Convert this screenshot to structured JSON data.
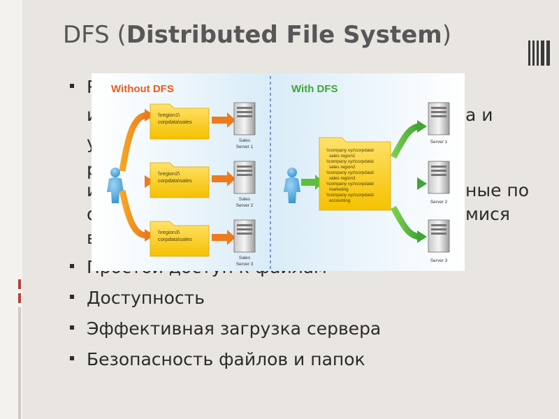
{
  "slide": {
    "title_prefix": "DFS (",
    "title_bold": "Distributed File System",
    "title_suffix": ")"
  },
  "bullets": [
    "Простой доступ к файлам",
    "Доступность",
    "Эффективная загрузка сервера",
    "Безопасность файлов и папок"
  ],
  "occluded_fragments": {
    "frag1": "Р",
    "frag2": "и",
    "frag3": "а и",
    "frag4": "у",
    "frag5": "р",
    "frag6": "и",
    "frag7": "ные по",
    "frag8": "о",
    "frag9": "мися",
    "frag10": "в"
  },
  "diagram": {
    "left_heading": "Without DFS",
    "right_heading": "With DFS",
    "left_folders": [
      {
        "line1": "\\\\region1\\",
        "line2": "corpdata\\sales"
      },
      {
        "line1": "\\\\region2\\",
        "line2": "corpdata\\sales"
      },
      {
        "line1": "\\\\region3\\",
        "line2": "corpdata\\sales"
      }
    ],
    "left_servers": [
      {
        "line1": "Sales",
        "line2": "Server 1"
      },
      {
        "line1": "Sales",
        "line2": "Server 2"
      },
      {
        "line1": "Sales",
        "line2": "Server 3"
      }
    ],
    "center_folder_lines": [
      "\\\\company xyz\\corpdata\\",
      "sales region1",
      "\\\\company xyz\\corpdata\\",
      "sales region2",
      "\\\\company xyz\\corpdata\\",
      "sales region3",
      "\\\\company xyz\\corpdata\\",
      "marketing",
      "\\\\company xyz\\corpdata\\",
      "accounting"
    ],
    "right_servers": [
      "Server 1",
      "Server 2",
      "Server 3"
    ]
  }
}
